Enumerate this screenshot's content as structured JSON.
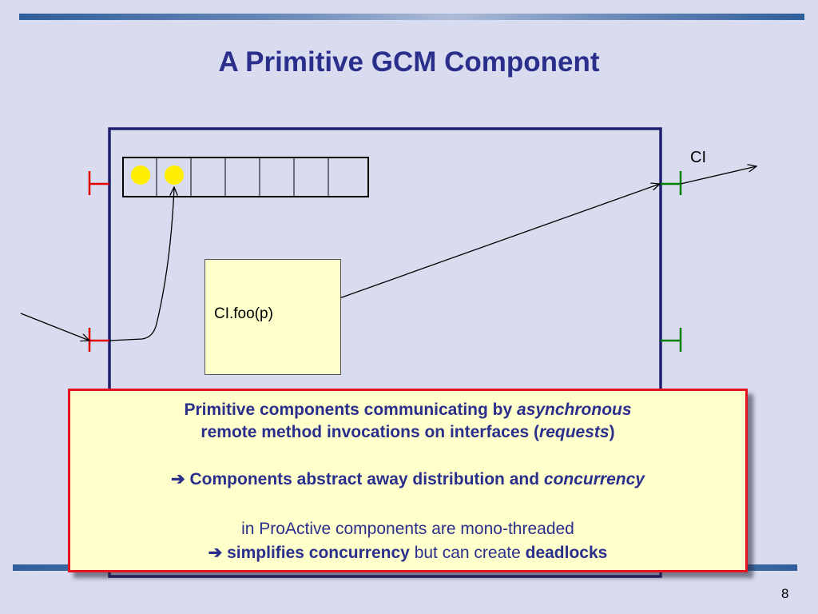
{
  "slide": {
    "title": "A Primitive GCM Component",
    "page_number": "8"
  },
  "diagram": {
    "interface_label": "CI",
    "call_label": "CI.foo(p)",
    "queue": {
      "slots": 7,
      "filled": 2,
      "fill_color": "#ffee00"
    },
    "colors": {
      "component_border": "#1f1f6e",
      "server_interface": "#e00000",
      "client_interface": "#008000",
      "call_box": "#ffffcc"
    }
  },
  "callout": {
    "line1_a": "Primitive components communicating by ",
    "line1_b": "asynchronous",
    "line1_c": "remote method invocations on interfaces (",
    "line1_d": "requests",
    "line1_e": ")",
    "line2_arrow": "➔",
    "line2_a": "Components abstract away distribution and ",
    "line2_b": "concurrency",
    "line3_a": "in ProActive components are mono-threaded",
    "line3_arrow": "➔",
    "line3_b": "simplifies concurrency",
    "line3_c": " but can create ",
    "line3_d": "deadlocks",
    "border_color": "#e3141f"
  }
}
